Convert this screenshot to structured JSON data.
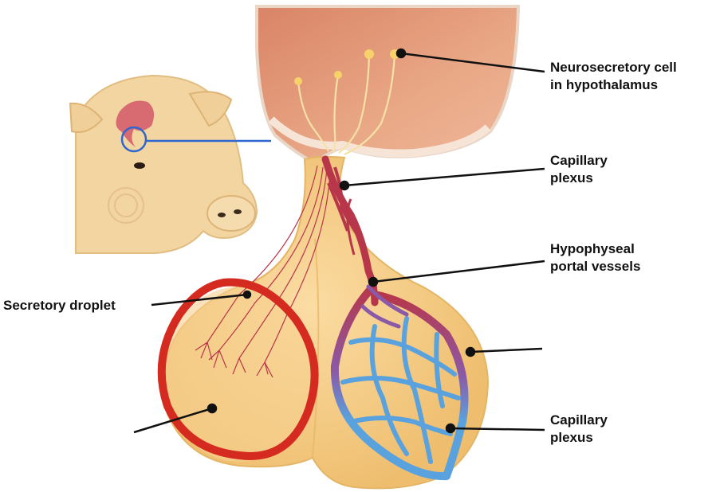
{
  "labels": {
    "neurosecretory": [
      "Neurosecretory cell",
      "in hypothalamus"
    ],
    "capillary_top": [
      "Capillary",
      "plexus"
    ],
    "portal": [
      "Hypophyseal",
      "portal vessels"
    ],
    "secretory": "Secretory droplet",
    "capillary_bottom": [
      "Capillary",
      "plexus"
    ]
  },
  "colors": {
    "gland": "#f3c77d",
    "hypothalamus": "#e7a37f",
    "capillary_red": "#b8364a",
    "capillary_blue": "#5aa2de",
    "highlight_circle": "#d42a20",
    "locator_line": "#2f66d0",
    "leader": "#111111"
  }
}
